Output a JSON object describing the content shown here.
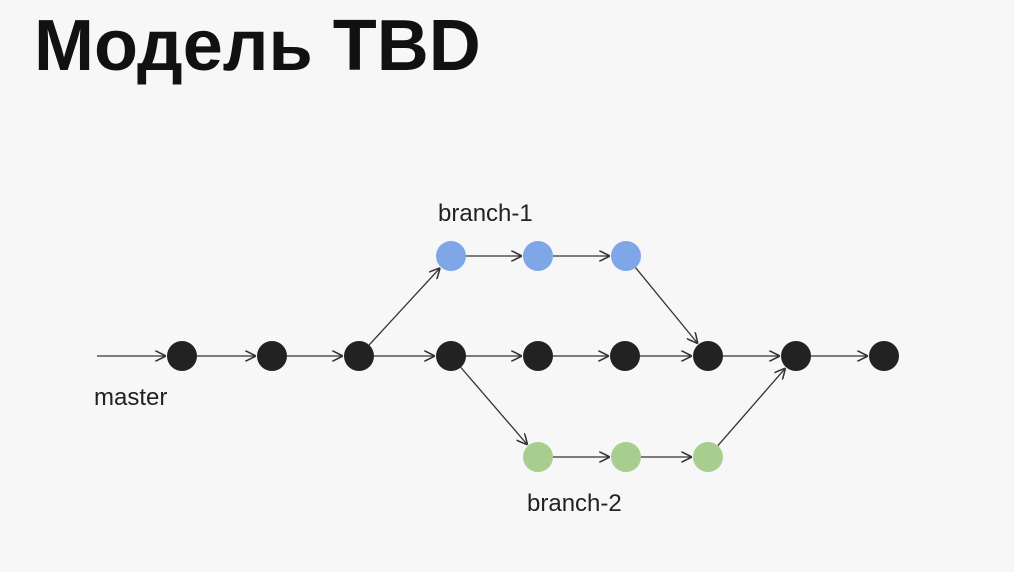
{
  "title": "Модель TBD",
  "labels": {
    "master": "master",
    "branch1": "branch-1",
    "branch2": "branch-2"
  },
  "colors": {
    "master": "#222222",
    "branch1": "#7fa7e8",
    "branch2": "#a7cd8f",
    "arrow": "#333333"
  },
  "nodes": [
    {
      "id": "m1",
      "branch": "master"
    },
    {
      "id": "m2",
      "branch": "master"
    },
    {
      "id": "m3",
      "branch": "master"
    },
    {
      "id": "m4",
      "branch": "master"
    },
    {
      "id": "m5",
      "branch": "master"
    },
    {
      "id": "m6",
      "branch": "master"
    },
    {
      "id": "m7",
      "branch": "master"
    },
    {
      "id": "m8",
      "branch": "master"
    },
    {
      "id": "m9",
      "branch": "master"
    },
    {
      "id": "b1a",
      "branch": "branch1"
    },
    {
      "id": "b1b",
      "branch": "branch1"
    },
    {
      "id": "b1c",
      "branch": "branch1"
    },
    {
      "id": "b2a",
      "branch": "branch2"
    },
    {
      "id": "b2b",
      "branch": "branch2"
    },
    {
      "id": "b2c",
      "branch": "branch2"
    }
  ],
  "edges": [
    [
      "start",
      "m1"
    ],
    [
      "m1",
      "m2"
    ],
    [
      "m2",
      "m3"
    ],
    [
      "m3",
      "m4"
    ],
    [
      "m4",
      "m5"
    ],
    [
      "m5",
      "m6"
    ],
    [
      "m6",
      "m7"
    ],
    [
      "m7",
      "m8"
    ],
    [
      "m8",
      "m9"
    ],
    [
      "m3",
      "b1a"
    ],
    [
      "b1a",
      "b1b"
    ],
    [
      "b1b",
      "b1c"
    ],
    [
      "b1c",
      "m7"
    ],
    [
      "m4",
      "b2a"
    ],
    [
      "b2a",
      "b2b"
    ],
    [
      "b2b",
      "b2c"
    ],
    [
      "b2c",
      "m8"
    ]
  ]
}
